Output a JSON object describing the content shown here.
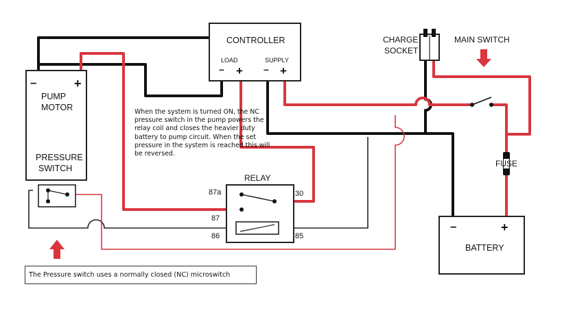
{
  "title": "",
  "components": {
    "pump_motor": {
      "label_line1": "PUMP",
      "label_line2": "MOTOR",
      "neg": "–",
      "pos": "+"
    },
    "pressure_switch": {
      "label_line1": "PRESSURE",
      "label_line2": "SWITCH"
    },
    "controller": {
      "label": "CONTROLLER",
      "load": "LOAD",
      "supply": "SUPPLY",
      "load_polarity": "+",
      "supply_polarity": "+"
    },
    "charge_socket": {
      "label_line1": "CHARGE",
      "label_line2": "SOCKET"
    },
    "main_switch": {
      "label": "MAIN SWITCH"
    },
    "fuse": {
      "label": "FUSE"
    },
    "relay": {
      "label": "RELAY",
      "pins": {
        "p87a": "87a",
        "p87": "87",
        "p86": "86",
        "p85": "85",
        "p30": "30"
      }
    },
    "battery": {
      "label": "BATTERY",
      "neg": "–",
      "pos": "+"
    }
  },
  "notes": {
    "system_description": "When the system is turned ON, the NC pressure switch in the pump powers the relay coil and closes the heavier duty battery to pump circuit. When the set pressure in the system is reached this will be reversed.",
    "callout": "The Pressure switch uses a normally closed (NC) microswitch"
  },
  "colors": {
    "wire_positive": "#d9363e",
    "wire_negative": "#111111",
    "arrow": "#d9363e",
    "outline": "#222222"
  },
  "icons": [
    "down-arrow-icon",
    "up-arrow-icon"
  ]
}
